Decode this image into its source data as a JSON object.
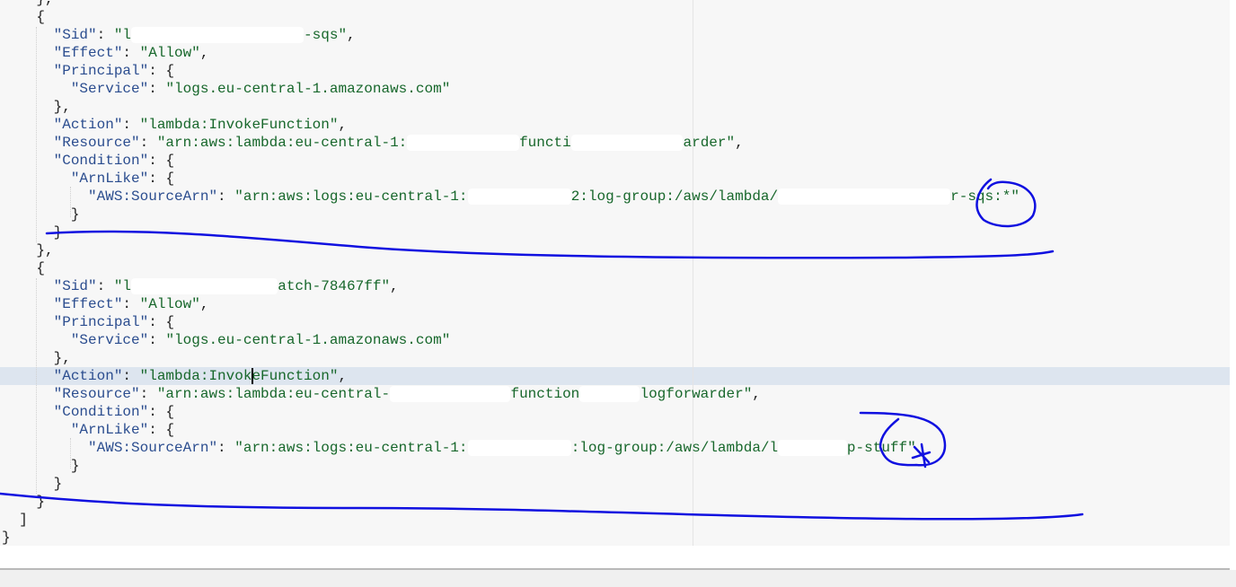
{
  "editor": {
    "annotation_color": "#1010e0",
    "highlighted_line": 21,
    "lines": [
      [
        {
          "t": "p",
          "v": "    },"
        }
      ],
      [
        {
          "t": "p",
          "v": "    {"
        }
      ],
      [
        {
          "t": "p",
          "v": "      "
        },
        {
          "t": "key",
          "v": "\"Sid\""
        },
        {
          "t": "p",
          "v": ": "
        },
        {
          "t": "str",
          "v": "\"l"
        },
        {
          "t": "red",
          "n": 20
        },
        {
          "t": "str",
          "v": "-sqs\""
        },
        {
          "t": "p",
          "v": ","
        }
      ],
      [
        {
          "t": "p",
          "v": "      "
        },
        {
          "t": "key",
          "v": "\"Effect\""
        },
        {
          "t": "p",
          "v": ": "
        },
        {
          "t": "str",
          "v": "\"Allow\""
        },
        {
          "t": "p",
          "v": ","
        }
      ],
      [
        {
          "t": "p",
          "v": "      "
        },
        {
          "t": "key",
          "v": "\"Principal\""
        },
        {
          "t": "p",
          "v": ": {"
        }
      ],
      [
        {
          "t": "p",
          "v": "        "
        },
        {
          "t": "key",
          "v": "\"Service\""
        },
        {
          "t": "p",
          "v": ": "
        },
        {
          "t": "str",
          "v": "\"logs.eu-central-1.amazonaws.com\""
        }
      ],
      [
        {
          "t": "p",
          "v": "      },"
        }
      ],
      [
        {
          "t": "p",
          "v": "      "
        },
        {
          "t": "key",
          "v": "\"Action\""
        },
        {
          "t": "p",
          "v": ": "
        },
        {
          "t": "str",
          "v": "\"lambda:InvokeFunction\""
        },
        {
          "t": "p",
          "v": ","
        }
      ],
      [
        {
          "t": "p",
          "v": "      "
        },
        {
          "t": "key",
          "v": "\"Resource\""
        },
        {
          "t": "p",
          "v": ": "
        },
        {
          "t": "str",
          "v": "\"arn:aws:lambda:eu-central-1:"
        },
        {
          "t": "red",
          "n": 13
        },
        {
          "t": "str",
          "v": "functi"
        },
        {
          "t": "red",
          "n": 13
        },
        {
          "t": "str",
          "v": "arder\""
        },
        {
          "t": "p",
          "v": ","
        }
      ],
      [
        {
          "t": "p",
          "v": "      "
        },
        {
          "t": "key",
          "v": "\"Condition\""
        },
        {
          "t": "p",
          "v": ": {"
        }
      ],
      [
        {
          "t": "p",
          "v": "        "
        },
        {
          "t": "key",
          "v": "\"ArnLike\""
        },
        {
          "t": "p",
          "v": ": {"
        }
      ],
      [
        {
          "t": "p",
          "v": "          "
        },
        {
          "t": "key",
          "v": "\"AWS:SourceArn\""
        },
        {
          "t": "p",
          "v": ": "
        },
        {
          "t": "str",
          "v": "\"arn:aws:logs:eu-central-1:"
        },
        {
          "t": "red",
          "n": 12
        },
        {
          "t": "str",
          "v": "2:log-group:/aws/lambda/"
        },
        {
          "t": "red",
          "n": 20
        },
        {
          "t": "str",
          "v": "r-sqs:*\""
        }
      ],
      [
        {
          "t": "p",
          "v": "        }"
        }
      ],
      [
        {
          "t": "p",
          "v": "      }"
        }
      ],
      [
        {
          "t": "p",
          "v": "    },"
        }
      ],
      [
        {
          "t": "p",
          "v": "    {"
        }
      ],
      [
        {
          "t": "p",
          "v": "      "
        },
        {
          "t": "key",
          "v": "\"Sid\""
        },
        {
          "t": "p",
          "v": ": "
        },
        {
          "t": "str",
          "v": "\"l"
        },
        {
          "t": "red",
          "n": 17
        },
        {
          "t": "str",
          "v": "atch-78467ff\""
        },
        {
          "t": "p",
          "v": ","
        }
      ],
      [
        {
          "t": "p",
          "v": "      "
        },
        {
          "t": "key",
          "v": "\"Effect\""
        },
        {
          "t": "p",
          "v": ": "
        },
        {
          "t": "str",
          "v": "\"Allow\""
        },
        {
          "t": "p",
          "v": ","
        }
      ],
      [
        {
          "t": "p",
          "v": "      "
        },
        {
          "t": "key",
          "v": "\"Principal\""
        },
        {
          "t": "p",
          "v": ": {"
        }
      ],
      [
        {
          "t": "p",
          "v": "        "
        },
        {
          "t": "key",
          "v": "\"Service\""
        },
        {
          "t": "p",
          "v": ": "
        },
        {
          "t": "str",
          "v": "\"logs.eu-central-1.amazonaws.com\""
        }
      ],
      [
        {
          "t": "p",
          "v": "      },"
        }
      ],
      [
        {
          "t": "p",
          "v": "      "
        },
        {
          "t": "key",
          "v": "\"Action\""
        },
        {
          "t": "p",
          "v": ": "
        },
        {
          "t": "str",
          "v": "\"lambda:InvokeFunction\""
        },
        {
          "t": "p",
          "v": ","
        }
      ],
      [
        {
          "t": "p",
          "v": "      "
        },
        {
          "t": "key",
          "v": "\"Resource\""
        },
        {
          "t": "p",
          "v": ": "
        },
        {
          "t": "str",
          "v": "\"arn:aws:lambda:eu-central-"
        },
        {
          "t": "red",
          "n": 14
        },
        {
          "t": "str",
          "v": "function"
        },
        {
          "t": "red",
          "n": 7
        },
        {
          "t": "str",
          "v": "logforwarder\""
        },
        {
          "t": "p",
          "v": ","
        }
      ],
      [
        {
          "t": "p",
          "v": "      "
        },
        {
          "t": "key",
          "v": "\"Condition\""
        },
        {
          "t": "p",
          "v": ": {"
        }
      ],
      [
        {
          "t": "p",
          "v": "        "
        },
        {
          "t": "key",
          "v": "\"ArnLike\""
        },
        {
          "t": "p",
          "v": ": {"
        }
      ],
      [
        {
          "t": "p",
          "v": "          "
        },
        {
          "t": "key",
          "v": "\"AWS:SourceArn\""
        },
        {
          "t": "p",
          "v": ": "
        },
        {
          "t": "str",
          "v": "\"arn:aws:logs:eu-central-1:"
        },
        {
          "t": "red",
          "n": 12
        },
        {
          "t": "str",
          "v": ":log-group:/aws/lambda/l"
        },
        {
          "t": "red",
          "n": 8
        },
        {
          "t": "str",
          "v": "p-stuff\""
        }
      ],
      [
        {
          "t": "p",
          "v": "        }"
        }
      ],
      [
        {
          "t": "p",
          "v": "      }"
        }
      ],
      [
        {
          "t": "p",
          "v": "    }"
        }
      ],
      [
        {
          "t": "p",
          "v": "  ]"
        }
      ],
      [
        {
          "t": "p",
          "v": "}"
        }
      ]
    ]
  }
}
